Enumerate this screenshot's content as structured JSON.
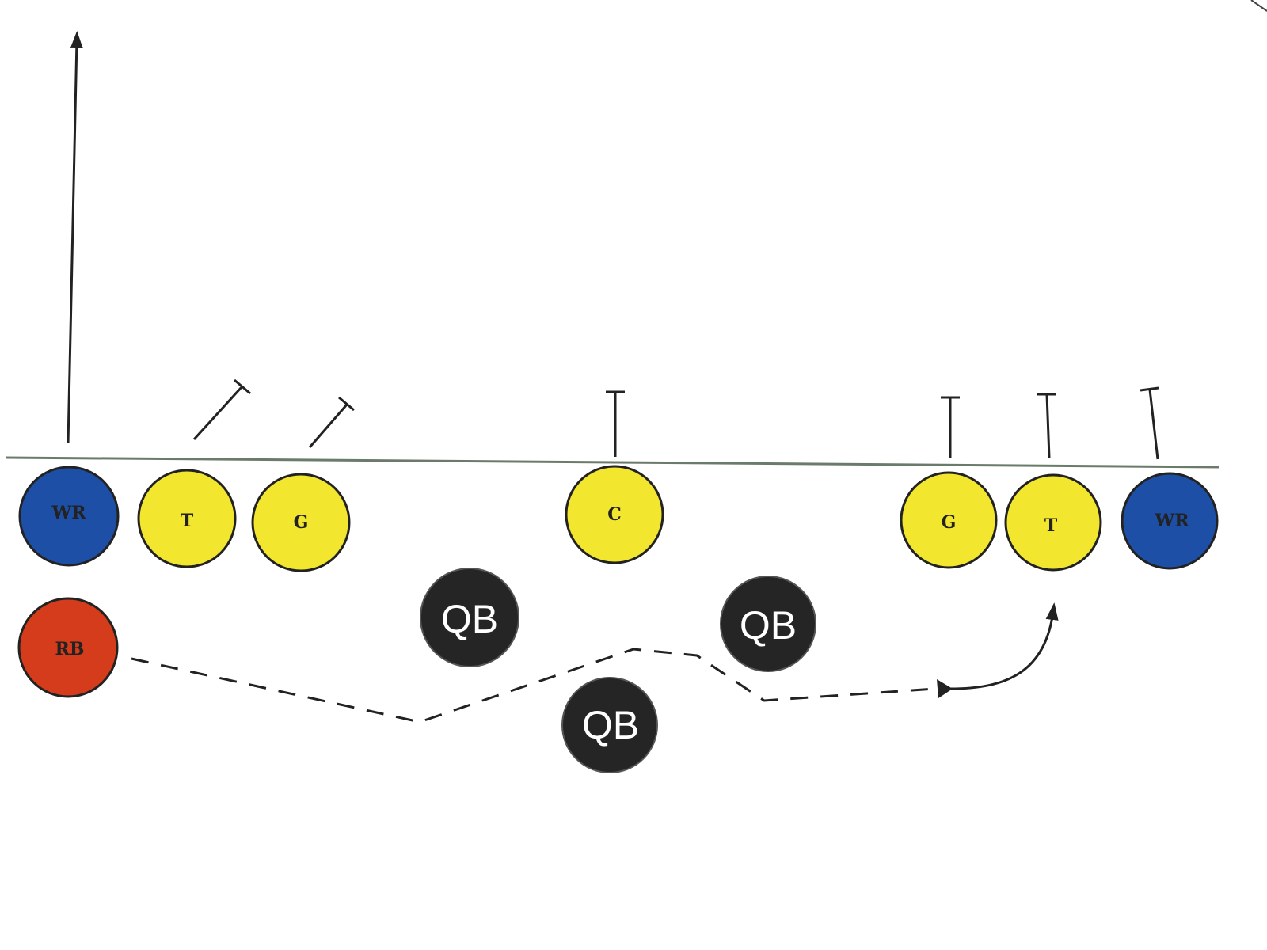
{
  "colors": {
    "wr": "#1e4fa6",
    "line": "#f3e62e",
    "rb": "#d53c1c",
    "qb": "#252525",
    "scrimmage": "#6b7b6b"
  },
  "players": {
    "wr_left": "WR",
    "lt": "T",
    "lg": "G",
    "c": "C",
    "rg": "G",
    "rt": "T",
    "wr_right": "WR",
    "rb": "RB",
    "qb_1": "QB",
    "qb_2": "QB",
    "qb_3": "QB"
  }
}
